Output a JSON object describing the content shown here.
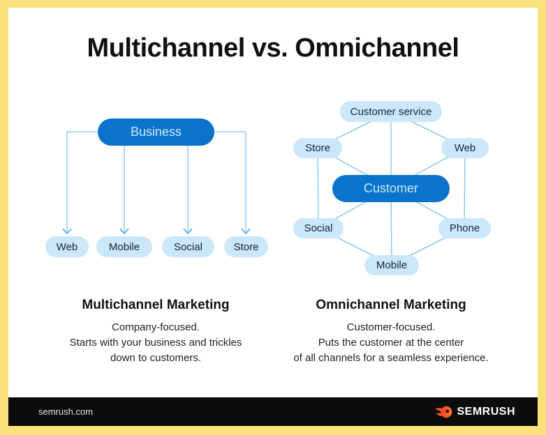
{
  "title": "Multichannel vs. Omnichannel",
  "colors": {
    "frame_yellow": "#FBE17B",
    "card_white": "#FFFFFF",
    "primary_blue": "#0A73CB",
    "light_blue_pill": "#CBE7FA",
    "pill_text_dark": "#14233C",
    "pill_text_light": "#CFE9FB",
    "connector_blue": "#79C2F0",
    "arrow_blue": "#47A8E6",
    "footer_black": "#0C0C0C",
    "brand_orange": "#FF642D"
  },
  "multichannel": {
    "root": "Business",
    "channels": [
      "Web",
      "Mobile",
      "Social",
      "Store"
    ],
    "heading": "Multichannel Marketing",
    "lines": [
      "Company-focused.",
      "Starts with your business and trickles",
      "down to customers."
    ]
  },
  "omnichannel": {
    "center": "Customer",
    "nodes": [
      "Customer service",
      "Store",
      "Web",
      "Social",
      "Phone",
      "Mobile"
    ],
    "heading": "Omnichannel Marketing",
    "lines": [
      "Customer-focused.",
      "Puts the customer at the center",
      "of all channels for a seamless experience."
    ]
  },
  "footer": {
    "site": "semrush.com",
    "brand": "SEMRUSH"
  }
}
